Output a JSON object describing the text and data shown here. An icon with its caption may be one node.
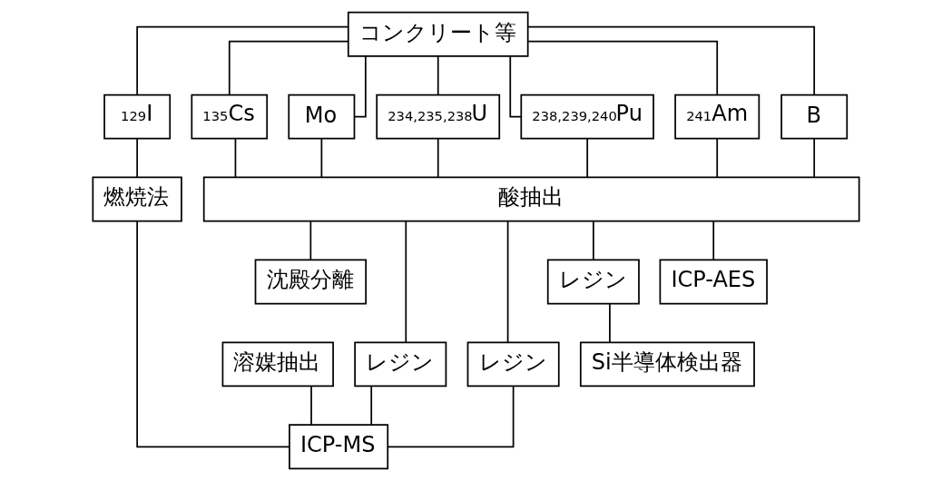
{
  "diagram": {
    "nodes": [
      {
        "text": [
          "コンクリート等"
        ]
      },
      {
        "text": [
          "$^{129}$I"
        ]
      },
      {
        "text": [
          "$^{135}$Cs"
        ]
      },
      {
        "text": [
          "Mo"
        ]
      },
      {
        "text": [
          "$^{234,235,238}$U"
        ]
      },
      {
        "text": [
          "$^{238,239,240}$Pu"
        ]
      },
      {
        "text": [
          "$^{241}$Am"
        ]
      },
      {
        "text": [
          "B"
        ]
      },
      {
        "text": [
          "燃焼法"
        ]
      },
      {
        "text": [
          "酸抽出"
        ]
      },
      {
        "text": [
          "沈殿分離"
        ]
      },
      {
        "text": [
          "レジン"
        ]
      },
      {
        "text": [
          "レジン"
        ]
      },
      {
        "text": [
          "レジン"
        ]
      },
      {
        "text": [
          "ICP-AES"
        ]
      },
      {
        "text": [
          "溶媒抽出"
        ]
      },
      {
        "text": [
          "ICP-MS"
        ]
      },
      {
        "text": [
          "Si半導体検出器"
        ]
      }
    ],
    "edges": [
      {
        "from": 0,
        "to": 1,
        "arrow": "none"
      },
      {
        "from": 0,
        "to": 2,
        "arrow": "none"
      },
      {
        "from": 0,
        "to": 3,
        "arrow": "none"
      },
      {
        "from": 0,
        "to": 4,
        "arrow": "none"
      },
      {
        "from": 0,
        "to": 5,
        "arrow": "none"
      },
      {
        "from": 0,
        "to": 6,
        "arrow": "none"
      },
      {
        "from": 0,
        "to": 7,
        "arrow": "none"
      },
      {
        "from": 1,
        "to": 8,
        "arrow": "none"
      },
      {
        "from": 2,
        "to": 9,
        "arrow": "none"
      },
      {
        "from": 3,
        "to": 9,
        "arrow": "none"
      },
      {
        "from": 4,
        "to": 9,
        "arrow": "none"
      },
      {
        "from": 5,
        "to": 9,
        "arrow": "none"
      },
      {
        "from": 6,
        "to": 9,
        "arrow": "none"
      },
      {
        "from": 7,
        "to": 9,
        "arrow": "none"
      },
      {
        "from": 9,
        "to": 10,
        "arrow": "none"
      },
      {
        "from": 9,
        "to": 11,
        "arrow": "none"
      },
      {
        "from": 9,
        "to": 12,
        "arrow": "none"
      },
      {
        "from": 9,
        "to": 13,
        "arrow": "none"
      },
      {
        "from": 9,
        "to": 14,
        "arrow": "none"
      },
      {
        "from": 8,
        "to": 16,
        "arrow": "none"
      },
      {
        "from": 15,
        "to": 16,
        "arrow": "none"
      },
      {
        "from": 11,
        "to": 16,
        "arrow": "none"
      },
      {
        "from": 12,
        "to": 16,
        "arrow": "none"
      },
      {
        "from": 13,
        "to": 17,
        "arrow": "none"
      }
    ]
  }
}
